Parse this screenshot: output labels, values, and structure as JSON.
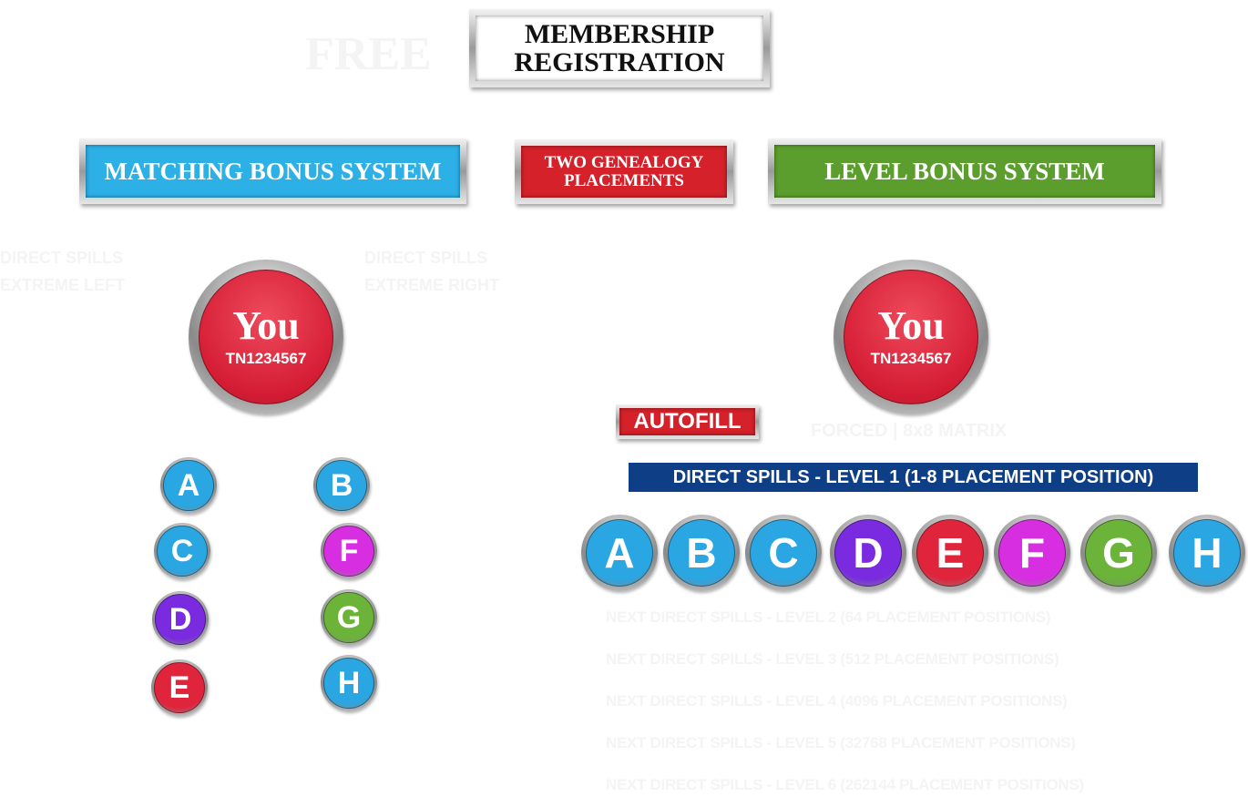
{
  "header": {
    "free_label": "FREE",
    "membership": "MEMBERSHIP REGISTRATION"
  },
  "boxes": {
    "matching": "MATCHING BONUS SYSTEM",
    "genealogy": "TWO GENEALOGY PLACEMENTS",
    "level": "LEVEL BONUS SYSTEM"
  },
  "left_tree": {
    "spill_left": "DIRECT SPILLS EXTREME LEFT",
    "spill_right": "DIRECT SPILLS EXTREME RIGHT",
    "you": "You",
    "id": "TN1234567",
    "nodes": [
      {
        "label": "A",
        "color": "#2aa6e3"
      },
      {
        "label": "B",
        "color": "#2aa6e3"
      },
      {
        "label": "C",
        "color": "#2aa6e3"
      },
      {
        "label": "F",
        "color": "#d62ee0"
      },
      {
        "label": "D",
        "color": "#7a2be0"
      },
      {
        "label": "G",
        "color": "#6cb33a"
      },
      {
        "label": "E",
        "color": "#e0243c"
      },
      {
        "label": "H",
        "color": "#2aa6e3"
      }
    ]
  },
  "right_tree": {
    "you": "You",
    "id": "TN1234567",
    "autofill": "AUTOFILL",
    "matrix_label": "FORCED | 8x8 MATRIX",
    "banner": "DIRECT SPILLS - LEVEL 1 (1-8 PLACEMENT POSITION)",
    "nodes": [
      {
        "label": "A",
        "color": "#2aa6e3"
      },
      {
        "label": "B",
        "color": "#2aa6e3"
      },
      {
        "label": "C",
        "color": "#2aa6e3"
      },
      {
        "label": "D",
        "color": "#7a2be0"
      },
      {
        "label": "E",
        "color": "#e0243c"
      },
      {
        "label": "F",
        "color": "#d62ee0"
      },
      {
        "label": "G",
        "color": "#6cb33a"
      },
      {
        "label": "H",
        "color": "#2aa6e3"
      }
    ],
    "levels": [
      "NEXT DIRECT SPILLS - LEVEL 2 (64 PLACEMENT POSITIONS)",
      "NEXT DIRECT SPILLS - LEVEL 3 (512 PLACEMENT POSITIONS)",
      "NEXT DIRECT SPILLS - LEVEL 4 (4096 PLACEMENT POSITIONS)",
      "NEXT DIRECT SPILLS - LEVEL 5 (32768 PLACEMENT POSITIONS)",
      "NEXT DIRECT SPILLS - LEVEL 6 (262144 PLACEMENT POSITIONS)"
    ]
  }
}
